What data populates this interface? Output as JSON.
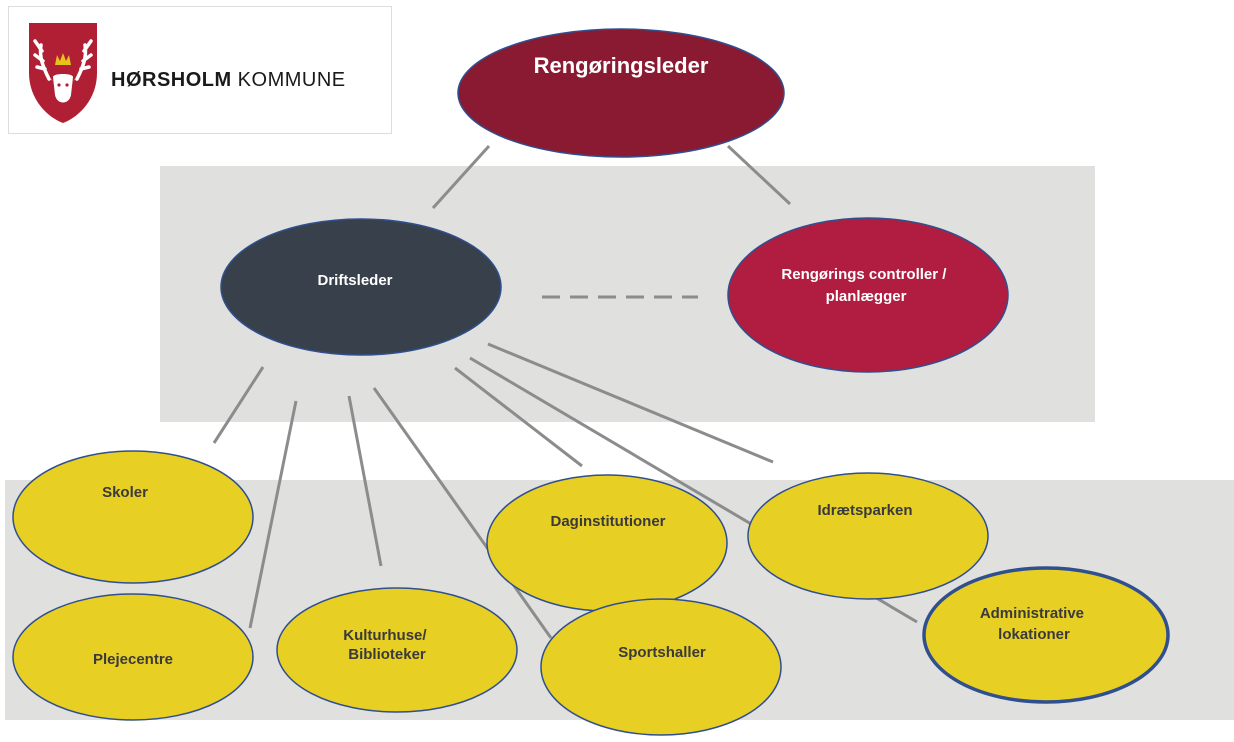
{
  "logo": {
    "name_bold": "HØRSHOLM",
    "name_rest": "KOMMUNE",
    "shield_color": "#b11f35"
  },
  "nodes": {
    "rengoringsleder": "Rengøringsleder",
    "driftsleder": "Driftsleder",
    "controller": [
      "Rengørings controller /",
      "planlægger"
    ],
    "skoler": "Skoler",
    "plejecentre": "Plejecentre",
    "kulturhuse": [
      "Kulturhuse/",
      "Biblioteker"
    ],
    "daginstitutioner": "Daginstitutioner",
    "sportshaller": "Sportshaller",
    "idraetsparken": "Idrætsparken",
    "administrative": [
      "Administrative",
      "lokationer"
    ]
  },
  "colors": {
    "top_node": "#8a1a31",
    "manager_node": "#37404b",
    "controller_node": "#b01d40",
    "unit_node": "#e8cf24",
    "band": "#e0e0de",
    "connector": "#8c8c8c",
    "node_border": "#2f4f8f"
  }
}
